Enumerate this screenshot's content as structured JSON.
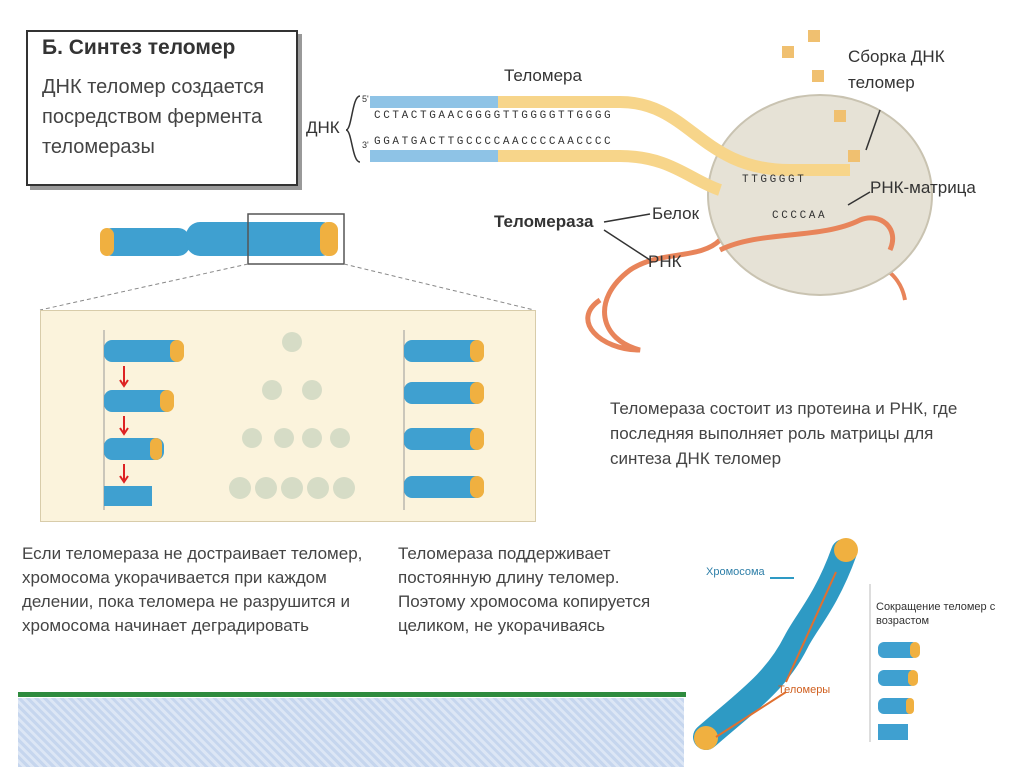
{
  "header": {
    "title": "Б. Синтез теломер",
    "subtitle": "ДНК теломер создается посредством фермента теломеразы"
  },
  "dna_diagram": {
    "dna_label": "ДНК",
    "telomere_label": "Теломера",
    "assembly_label": "Сборка ДНК теломер",
    "rna_template_label": "РНК-матрица",
    "telomerase_label": "Теломераза",
    "protein_label": "Белок",
    "rna_label": "РНК",
    "top_strand": "CCTACTGAACGGGGTTGGGGTTGGGG",
    "bottom_strand": "GGATGACTTGCCCCAACCCCAACCCC",
    "template_seq": "CCCCAA",
    "new_bases": "TTGGGGT",
    "prime5": "5'",
    "prime3": "3'"
  },
  "description": "Теломераза состоит из протеина и РНК, где последняя выполняет роль матрицы для синтеза ДНК теломер",
  "captions": {
    "left": "Если теломераза не достраивает теломер, хромосома укорачивается при каждом делении, пока теломера не разрушится и хромосома начинает деградировать",
    "right": "Теломераза поддерживает постоянную длину теломер. Поэтому хромосома копируется целиком, не укорачиваясь"
  },
  "inset": {
    "chromosome_label": "Хромосома",
    "telomeres_label": "Теломеры",
    "shortening_label": "Сокращение теломер с возрастом"
  },
  "colors": {
    "chromosome_blue": "#3fa0d0",
    "telomere_orange": "#f0b040",
    "rna_salmon": "#e8845a",
    "enzyme_grey": "#e6e2d6",
    "strand_blue": "#8ec3e6",
    "strand_yellow": "#f7d58a",
    "accent_green": "#2e8b3e"
  }
}
